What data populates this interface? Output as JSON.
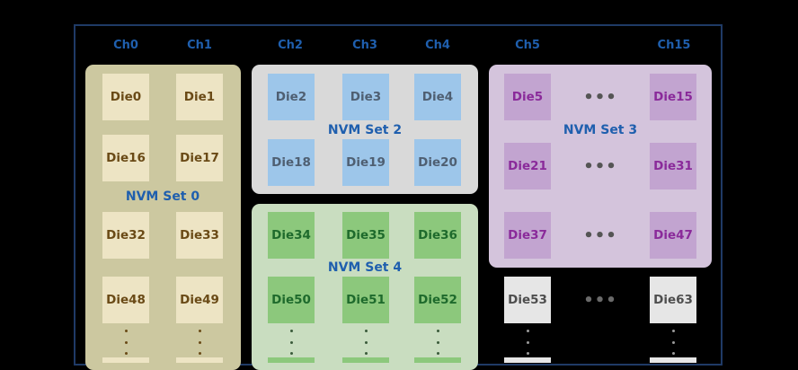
{
  "channels": [
    "Ch0",
    "Ch1",
    "Ch2",
    "Ch3",
    "Ch4",
    "Ch5",
    "Ch15"
  ],
  "sets": {
    "set0": "NVM Set 0",
    "set2": "NVM Set 2",
    "set3": "NVM Set 3",
    "set4": "NVM Set 4"
  },
  "dies": {
    "die0": "Die0",
    "die1": "Die1",
    "die16": "Die16",
    "die17": "Die17",
    "die32": "Die32",
    "die33": "Die33",
    "die48": "Die48",
    "die49": "Die49",
    "die2": "Die2",
    "die3": "Die3",
    "die4": "Die4",
    "die18": "Die18",
    "die19": "Die19",
    "die20": "Die20",
    "die34": "Die34",
    "die35": "Die35",
    "die36": "Die36",
    "die50": "Die50",
    "die51": "Die51",
    "die52": "Die52",
    "die5": "Die5",
    "die15": "Die15",
    "die21": "Die21",
    "die31": "Die31",
    "die37": "Die37",
    "die47": "Die47",
    "die53": "Die53",
    "die63": "Die63"
  },
  "ellipsis": "•••",
  "colors": {
    "background": "#000000",
    "frame_border": "#1f3a66",
    "label_blue": "#1f5fae",
    "set0_bg": "#ccc8a0",
    "set2_bg": "#d9d9d9",
    "set3_bg": "#d4c4dc",
    "set4_bg": "#c9ddc0",
    "die_set0": "#ede4c4",
    "die_set2": "#9dc6ea",
    "die_set3": "#c2a4d0",
    "die_set4": "#8cc87c",
    "die_unassigned": "#e6e6e6"
  }
}
